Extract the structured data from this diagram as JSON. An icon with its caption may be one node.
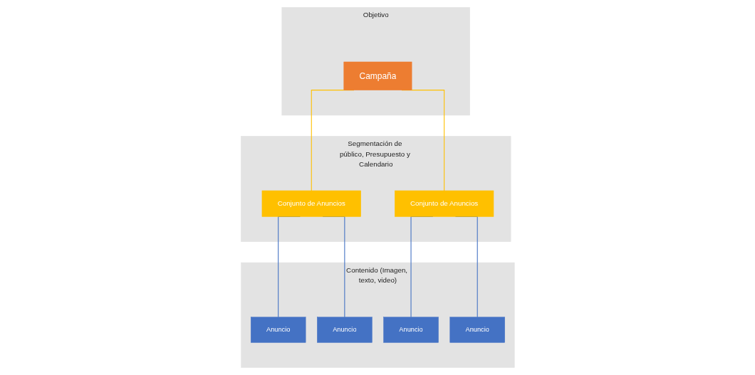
{
  "diagram": {
    "nodes": [
      {
        "text": [
          "Objetivo"
        ]
      },
      {
        "text": [
          "Campaña"
        ],
        "in": 0
      },
      {
        "text": [
          "Segmentación de público, Presupuesto y Calendario"
        ]
      },
      {
        "text": [
          "Conjunto de Anuncios"
        ],
        "in": 2
      },
      {
        "text": [
          "Conjunto de Anuncios"
        ],
        "in": 2
      },
      {
        "text": [
          "Contenido (Imagen, texto, video)"
        ]
      },
      {
        "text": [
          "Anuncio"
        ],
        "in": 5
      },
      {
        "text": [
          "Anuncio"
        ],
        "in": 5
      },
      {
        "text": [
          "Anuncio"
        ],
        "in": 5
      },
      {
        "text": [
          "Anuncio"
        ],
        "in": 5
      }
    ],
    "edges": [
      {
        "from": 1,
        "to": 3,
        "arrow": "none",
        "color": "#ffc000"
      },
      {
        "from": 1,
        "to": 4,
        "arrow": "none",
        "color": "#ffc000"
      },
      {
        "from": 3,
        "to": 6,
        "arrow": "none"
      },
      {
        "from": 3,
        "to": 7,
        "arrow": "none"
      },
      {
        "from": 4,
        "to": 8,
        "arrow": "none"
      },
      {
        "from": 4,
        "to": 9,
        "arrow": "none"
      }
    ]
  }
}
